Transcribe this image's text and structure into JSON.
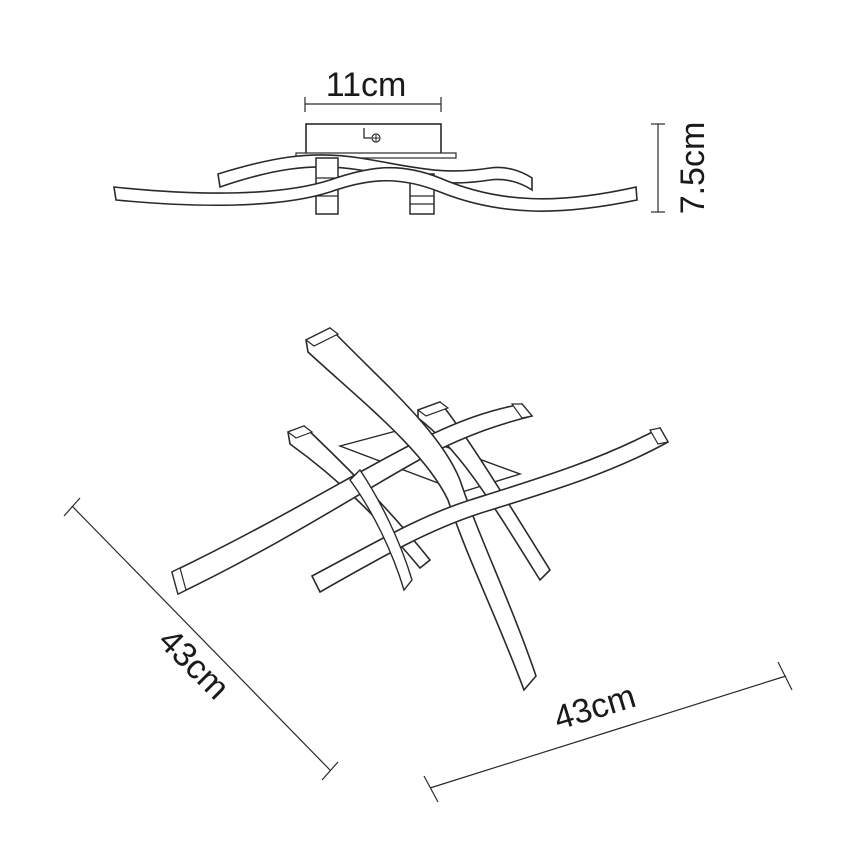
{
  "dimensions": {
    "width_top": "11cm",
    "height_side": "7.5cm",
    "depth_left": "43cm",
    "width_bottom": "43cm"
  },
  "colors": {
    "outline": "#2a2a2a",
    "fill": "#ffffff",
    "shade": "#e6e6e6"
  }
}
